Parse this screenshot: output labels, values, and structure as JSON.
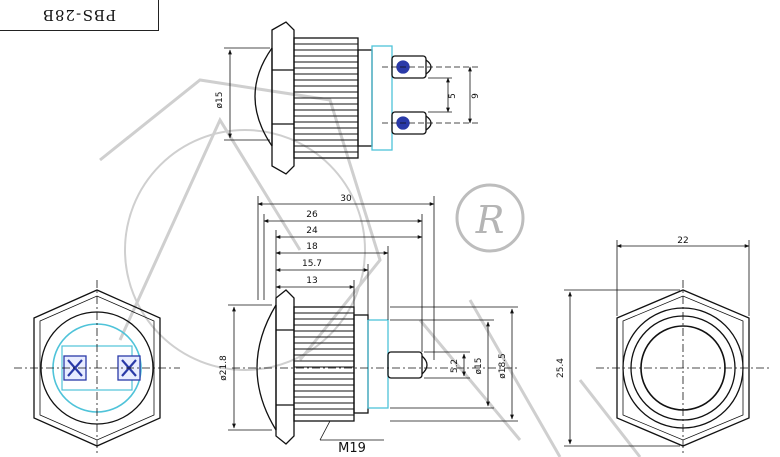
{
  "model_code": "PBS-28B",
  "registered_mark": "R",
  "side_view": {
    "dim_diameter": "ø15",
    "dim_pin_pitch": "5",
    "dim_pin_span": "9"
  },
  "section_view": {
    "dims_length": [
      "30",
      "26",
      "24",
      "18",
      "15.7",
      "13"
    ],
    "dim_head_diameter": "ø21.8",
    "dim_pin": "5.2",
    "dim_body_diameter": "ø15",
    "dim_thread_diameter": "ø18.5",
    "thread_label": "M19"
  },
  "front_view": {
    "dim_width": "22",
    "dim_height": "25.4"
  },
  "colors": {
    "line": "#111111",
    "accent": "#4fc3d9",
    "pin_blue": "#2a3aa8",
    "watermark": "#c8c8c8"
  }
}
